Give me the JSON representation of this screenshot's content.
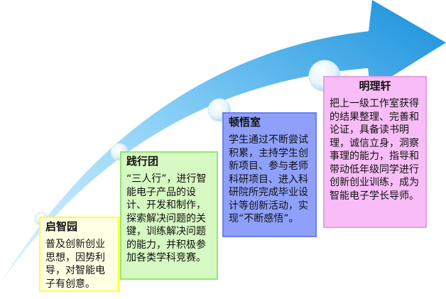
{
  "colors": {
    "arrow_light": "#c6ecff",
    "arrow_dark": "#1895dc",
    "stage_1_bg": "#ffffe4",
    "stage_1_border": "#ffff33",
    "stage_2_bg": "#d6f8c2",
    "stage_2_border": "#92e86b",
    "stage_3_bg": "#8ea0f9",
    "stage_3_border": "#6d7ff2",
    "stage_4_bg": "#f8bdf6",
    "stage_4_border": "#e69fe3"
  },
  "stages": [
    {
      "title": "启智园",
      "body": "普及创新创业思想，因势利导，对智能电子有创意。"
    },
    {
      "title": "践行团",
      "body": "“三人行”，进行智能电子产品的设计、开发和制作，探索解决问题的关键，训练解决问题的能力，并积极参加各类学科竞赛。"
    },
    {
      "title": "顿悟室",
      "body": "学生通过不断尝试积累，主持学生创新项目、参与老师科研项目、进入科研院所完成毕业设计等创新活动，实现“不断感悟”。"
    },
    {
      "title": "明理轩",
      "body": "把上一级工作室获得的结果整理、完善和论证，具备读书明理，诚信立身，洞察事理的能力，指导和带动低年级同学进行创新创业训练，成为智能电子学长导师。"
    }
  ]
}
